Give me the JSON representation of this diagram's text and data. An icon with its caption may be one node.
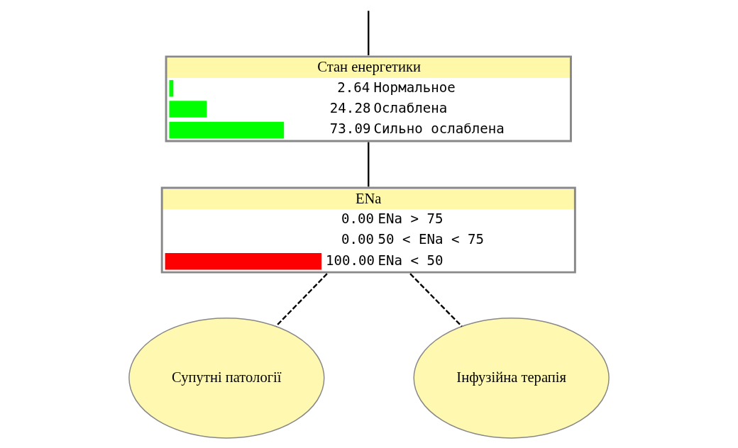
{
  "diagram": {
    "nodes": [
      {
        "text": [
          "Стан енергетики",
          "2.64",
          "Нормальное",
          "24.28",
          "Ослаблена",
          "73.09",
          "Сильно ослаблена"
        ]
      },
      {
        "text": [
          "ENa",
          "0.00",
          "ENa > 75",
          "0.00",
          "50 < ENa < 75",
          "100.00",
          "ENa < 50"
        ]
      },
      {
        "text": [
          "Супутні патології"
        ]
      },
      {
        "text": [
          "Інфузійна терапія"
        ]
      }
    ],
    "edges": [
      {
        "from": null,
        "to": 0,
        "arrow": "none"
      },
      {
        "from": 0,
        "to": 1,
        "arrow": "none"
      },
      {
        "from": 1,
        "to": 2,
        "arrow": "none",
        "style": "dashed"
      },
      {
        "from": 1,
        "to": 3,
        "arrow": "none",
        "style": "dashed"
      }
    ]
  }
}
